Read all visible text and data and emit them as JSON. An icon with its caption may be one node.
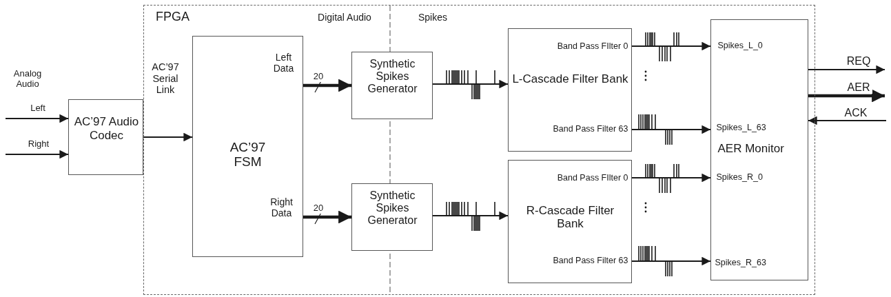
{
  "diagram": {
    "nodes": [
      {
        "text": [
          "FPGA"
        ]
      },
      {
        "text": [
          "AC’97 Audio Codec"
        ]
      },
      {
        "text": [
          "AC’97 FSM",
          "Left Data",
          "Right Data"
        ],
        "in": 0
      },
      {
        "text": [
          "Synthetic Spikes Generator"
        ],
        "in": 0
      },
      {
        "text": [
          "Synthetic Spikes Generator"
        ],
        "in": 0
      },
      {
        "text": [
          "Band Pass FIlter 0",
          "L-Cascade Filter Bank",
          "Band Pass Filter 63"
        ],
        "in": 0
      },
      {
        "text": [
          "Band Pass FIlter 0",
          "R-Cascade Filter Bank",
          "Band Pass Filter 63"
        ],
        "in": 0
      },
      {
        "text": [
          "Spikes_L_0",
          "Spikes_L_63",
          "AER Monitor",
          "Spikes_R_0",
          "Spikes_R_63"
        ],
        "in": 0
      }
    ],
    "edges": [
      {
        "from": null,
        "to": 1,
        "arrow": "to",
        "label": "Left"
      },
      {
        "from": null,
        "to": 1,
        "arrow": "to",
        "label": "Right"
      },
      {
        "from": 1,
        "to": 2,
        "arrow": "to",
        "label": "AC’97 Serial Link"
      },
      {
        "from": 2,
        "to": 3,
        "arrow": "to",
        "label": "20",
        "style": "thick"
      },
      {
        "from": 2,
        "to": 4,
        "arrow": "to",
        "label": "20",
        "style": "thick"
      },
      {
        "from": 3,
        "to": 5,
        "arrow": "to"
      },
      {
        "from": 4,
        "to": 6,
        "arrow": "to"
      },
      {
        "from": 5,
        "to": 7,
        "arrow": "to"
      },
      {
        "from": 5,
        "to": 7,
        "arrow": "to"
      },
      {
        "from": 6,
        "to": 7,
        "arrow": "to"
      },
      {
        "from": 6,
        "to": 7,
        "arrow": "to"
      },
      {
        "from": 7,
        "to": null,
        "arrow": "to",
        "label": "REQ"
      },
      {
        "from": 7,
        "to": null,
        "arrow": "to",
        "label": "AER",
        "style": "thick"
      },
      {
        "from": null,
        "to": 7,
        "arrow": "to",
        "label": "ACK"
      }
    ],
    "labels": [
      "Analog Audio",
      "Digital Audio",
      "Spikes"
    ]
  }
}
